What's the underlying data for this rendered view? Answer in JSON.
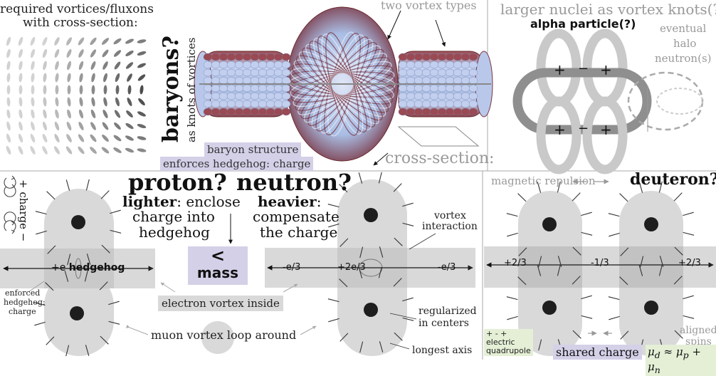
{
  "labels": {
    "required_title_1": "required vortices/fluxons",
    "required_title_2": "with cross-section:",
    "baryons": "baryons?",
    "as_knots": "as knots of vortices",
    "two_vortex_types": "two vortex types",
    "baryon_structure_1": "baryon structure",
    "baryon_structure_2": "enforces hedgehog: charge",
    "cross_section": "cross-section:",
    "larger_nuclei": "larger nuclei as vortex knots(?)",
    "alpha_particle": "alpha particle(?)",
    "eventual": "eventual",
    "halo": "halo",
    "neutrons": "neutron(s)",
    "proton": "proton?",
    "lighter": "lighter",
    "lighter_rest": ": enclose",
    "charge_into": "charge into",
    "hedgehog_word": "hedgehog",
    "neutron": "neutron?",
    "heavier": "heavier",
    "heavier_rest": ":",
    "compensate": "compensate",
    "the_charge": "the charge",
    "plus_charge": "+ charge −",
    "plus_e": "+e",
    "hedgehog_bold": "hedgehog",
    "enforced_1": "enforced",
    "enforced_2": "hedgehog:",
    "enforced_3": "charge",
    "less_than": "<",
    "mass": "mass",
    "electron_vortex": "electron vortex inside",
    "muon_vortex": "muon vortex loop around",
    "minus_e3_left": "-e/3",
    "plus_2e3": "+2e/3",
    "minus_e3_right": "-e/3",
    "vortex": "vortex",
    "interaction": "interaction",
    "regularized": "regularized",
    "in_centers": "in centers",
    "longest_axis": "longest axis",
    "magnetic_repulsion": "magnetic repulsion",
    "deuteron": "deuteron?",
    "plus_2_3_left": "+2/3",
    "minus_1_3": "-1/3",
    "plus_2_3_right": "+2/3",
    "aligned": "aligned",
    "spins": "spins",
    "quad_signs": "+ - +",
    "electric": "electric",
    "quadrupole": "quadrupole",
    "shared_charge": "shared charge",
    "mu_d": "μ",
    "mu_d_sub": "d",
    "approx": " ≈ ",
    "mu_p": "μ",
    "mu_p_sub": "p",
    "plus": " + ",
    "mu_n": "μ",
    "mu_n_sub": "n"
  },
  "knot_signs": [
    "+",
    "−",
    "+",
    "+",
    "−",
    "+"
  ],
  "colors": {
    "tube_blue": "#a9bde4",
    "tube_red": "#8a3a42",
    "gray_light": "#d9d9d9",
    "gray_mid": "#bfbfbf",
    "gray_dark": "#9a9a9a",
    "label_gray": "#999999",
    "purple_box": "#d4d0e8",
    "green_box": "#e4efd6"
  }
}
